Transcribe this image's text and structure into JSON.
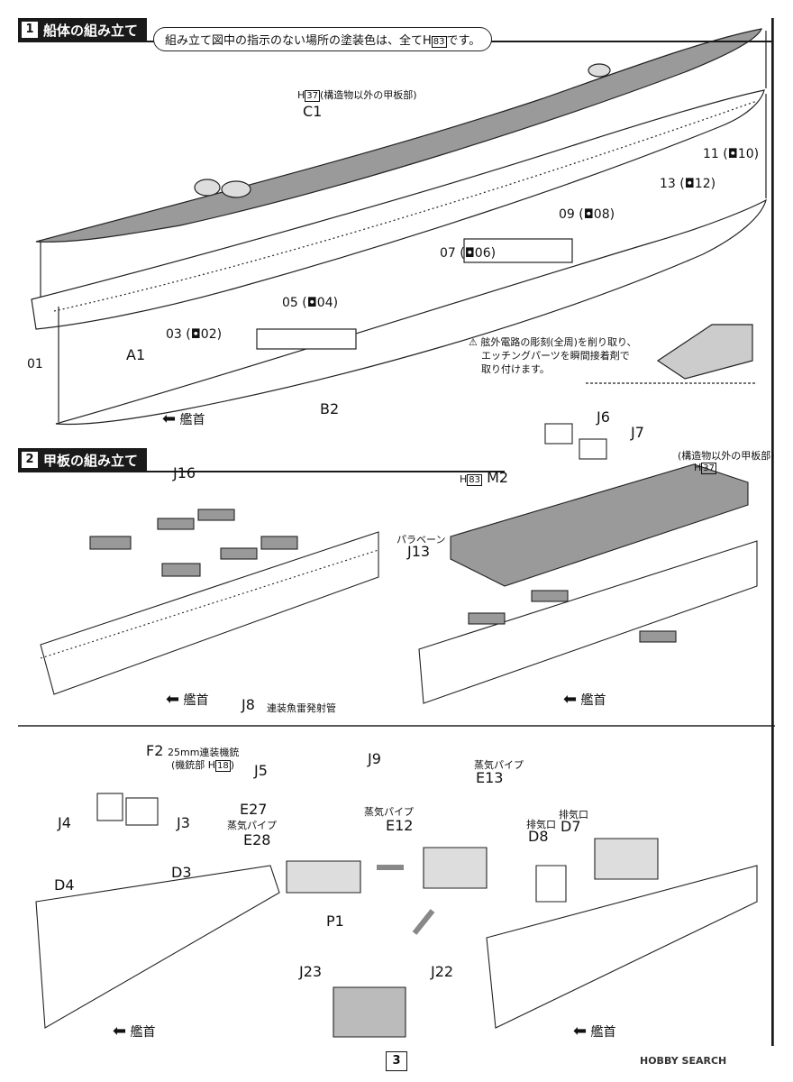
{
  "step1": {
    "number": "1",
    "title": "船体の組み立て",
    "note_prefix": "組み立て図中の指示のない場所の塗装色は、全てH",
    "note_code": "83",
    "note_suffix": "です。",
    "c1_paint_code": "37",
    "c1_paint_text": "(構造物以外の甲板部)",
    "c1_label": "C1",
    "a1_label": "A1",
    "b2_label": "B2",
    "part_01": "01",
    "parts": [
      "03 (◘02)",
      "05 (◘04)",
      "07 (◘06)",
      "09 (◘08)",
      "13 (◘12)",
      "11 (◘10)"
    ],
    "bow": "艦首",
    "warning_lines": [
      "舷外電路の彫刻(全周)を削り取り、",
      "エッチングパーツを瞬間接着剤で",
      "取り付けます。"
    ]
  },
  "step2": {
    "number": "2",
    "title": "甲板の組み立て",
    "j16": "J16",
    "j8": "J8",
    "j8_desc": "連装魚雷発射管",
    "j6": "J6",
    "j7": "J7",
    "m2_code": "83",
    "m2_label": "M2",
    "j13_desc": "パラベーン",
    "j13": "J13",
    "struct_note": "(構造物以外の甲板部)",
    "struct_code": "37",
    "bow": "艦首"
  },
  "step3": {
    "f2": "F2",
    "f2_desc": "25mm連装機銃",
    "f2_paint": "(機銃部 H",
    "f2_code": "18",
    "j4": "J4",
    "j3": "J3",
    "d4": "D4",
    "d3": "D3",
    "j5": "J5",
    "j9": "J9",
    "e27": "E27",
    "e28_desc": "蒸気パイプ",
    "e28": "E28",
    "p1": "P1",
    "e13_desc": "蒸気パイプ",
    "e13": "E13",
    "e12_desc": "蒸気パイプ",
    "e12": "E12",
    "j23": "J23",
    "j22": "J22",
    "d8_desc": "排気口",
    "d8": "D8",
    "d7_desc": "排気口",
    "d7": "D7",
    "bow": "艦首"
  },
  "page_number": "3",
  "footer": "HOBBY SEARCH"
}
